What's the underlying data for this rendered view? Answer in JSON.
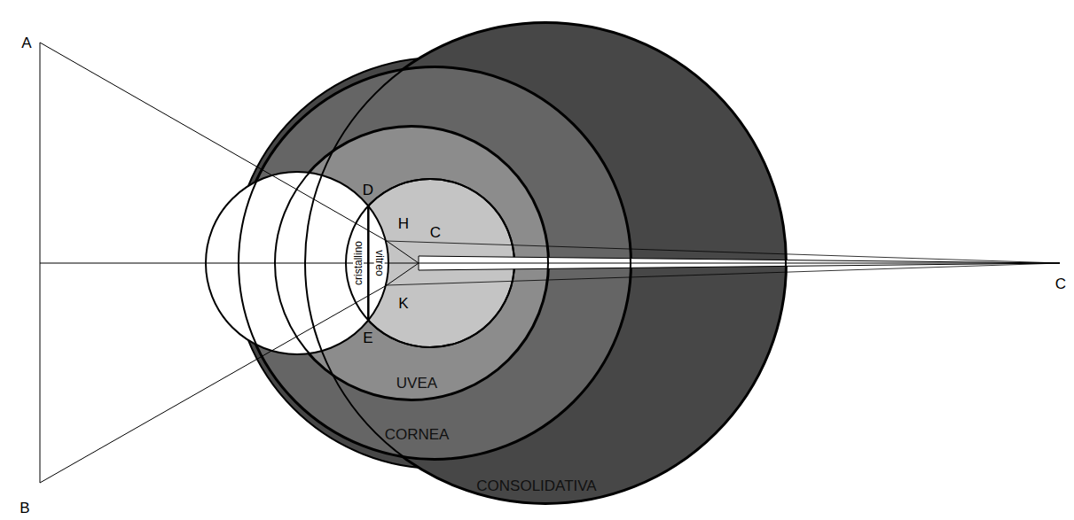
{
  "diagram": {
    "nodes": [
      {
        "text": [
          "CONSOLIDATIVA"
        ]
      },
      {
        "text": [
          "CORNEA"
        ],
        "in": 0
      },
      {
        "text": [
          "UVEA"
        ],
        "in": 1
      }
    ],
    "labels": [
      "A",
      "D",
      "H",
      "C",
      "cristallino",
      "vitreo",
      "K",
      "E",
      "B",
      "C"
    ]
  }
}
